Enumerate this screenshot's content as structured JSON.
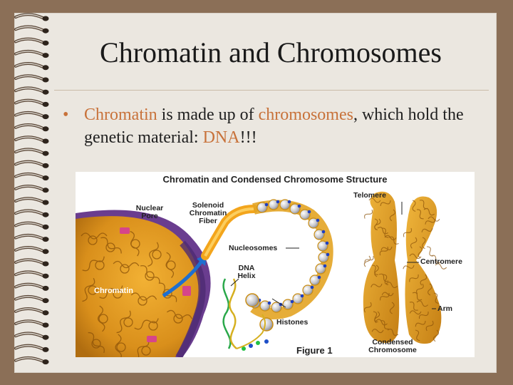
{
  "slide": {
    "title": "Chromatin and Chromosomes",
    "bullet": {
      "t1": "Chromatin",
      "t2": " is made up of ",
      "t3": "chromosomes",
      "t4": ", which hold the genetic material: ",
      "t5": "DNA",
      "t6": "!!!"
    },
    "colors": {
      "accent": "#c8723a",
      "background": "#8b6f57",
      "page": "#ebe7e0"
    }
  },
  "figure": {
    "title": "Chromatin and Condensed Chromosome Structure",
    "caption": "Figure 1",
    "labels": {
      "nuclear_pore": "Nuclear Pore",
      "solenoid": "Solenoid Chromatin Fiber",
      "nucleosomes": "Nucleosomes",
      "dna_helix": "DNA Helix",
      "chromatin": "Chromatin",
      "histones": "Histones",
      "telomere": "Telomere",
      "centromere": "Centromere",
      "arm": "Arm",
      "condensed": "Condensed Chromosome"
    }
  }
}
